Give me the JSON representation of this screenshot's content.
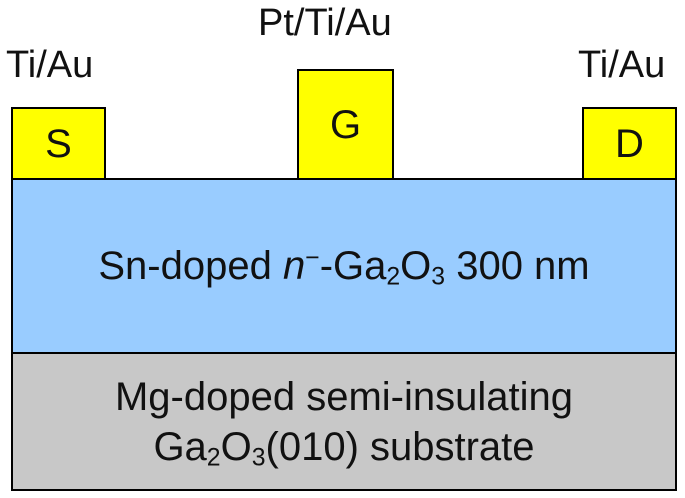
{
  "contacts": {
    "source": {
      "label": "S",
      "metal": "Ti/Au"
    },
    "gate": {
      "label": "G",
      "metal": "Pt/Ti/Au"
    },
    "drain": {
      "label": "D",
      "metal": "Ti/Au"
    }
  },
  "channel": {
    "prefix": "Sn-doped ",
    "carrier_symbol": "n",
    "carrier_sup": "−",
    "mid": "-Ga",
    "sub1": "2",
    "o": "O",
    "sub2": "3",
    "thickness": " 300 nm"
  },
  "substrate": {
    "line1": "Mg-doped semi-insulating",
    "line2_ga": "Ga",
    "line2_sub1": "2",
    "line2_o": "O",
    "line2_sub2": "3",
    "line2_rest": "(010) substrate"
  },
  "colors": {
    "contact": "#ffff00",
    "channel": "#99ccff",
    "substrate": "#c8c8c8"
  }
}
